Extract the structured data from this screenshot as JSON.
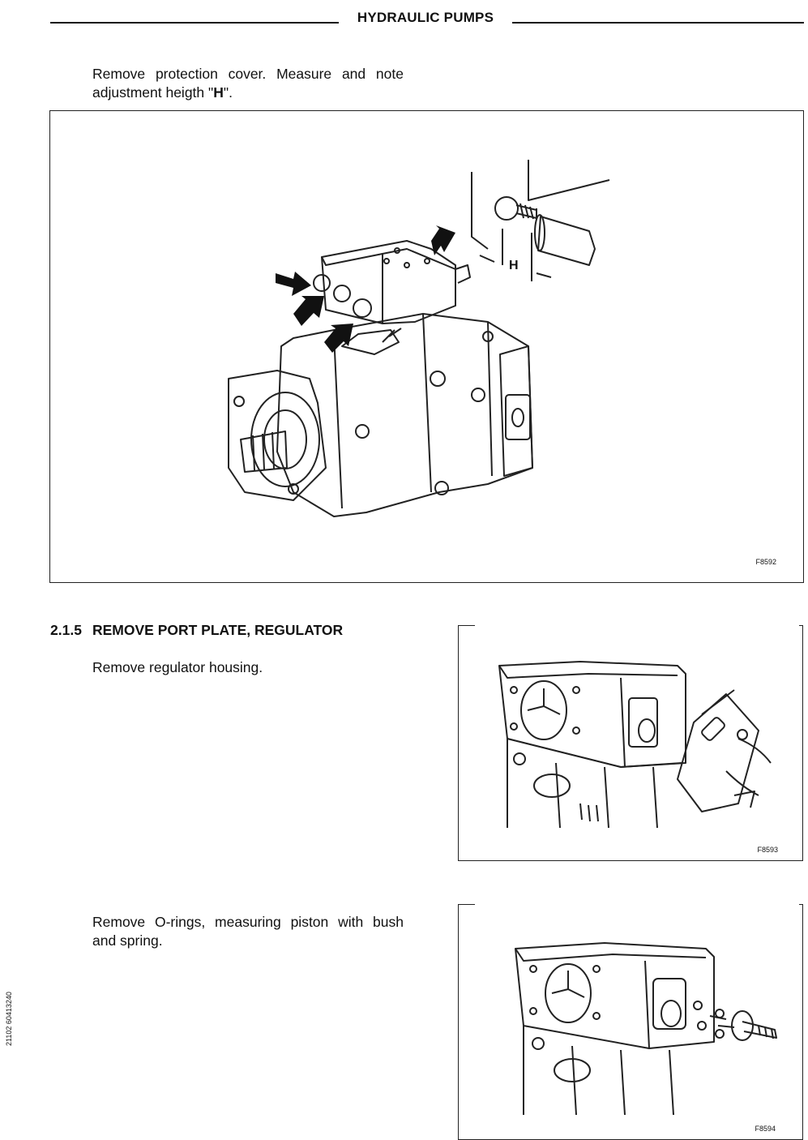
{
  "header": {
    "title": "HYDRAULIC PUMPS"
  },
  "step1": {
    "text_line1": "Remove protection cover. Measure and note",
    "text_line2_prefix": "adjustment heigth \"",
    "text_line2_bold": "H",
    "text_line2_suffix": "\"."
  },
  "figure1": {
    "code": "F8592",
    "label_h": "H"
  },
  "section": {
    "number": "2.1.5",
    "title": "REMOVE PORT PLATE, REGULATOR"
  },
  "step2": {
    "text": "Remove regulator housing."
  },
  "figure2": {
    "code": "F8593"
  },
  "step3": {
    "text_line1": "Remove O-rings, measuring piston with bush",
    "text_line2": "and spring."
  },
  "figure3": {
    "code": "F8594"
  },
  "footer": {
    "side_code": "21102  60413240"
  }
}
